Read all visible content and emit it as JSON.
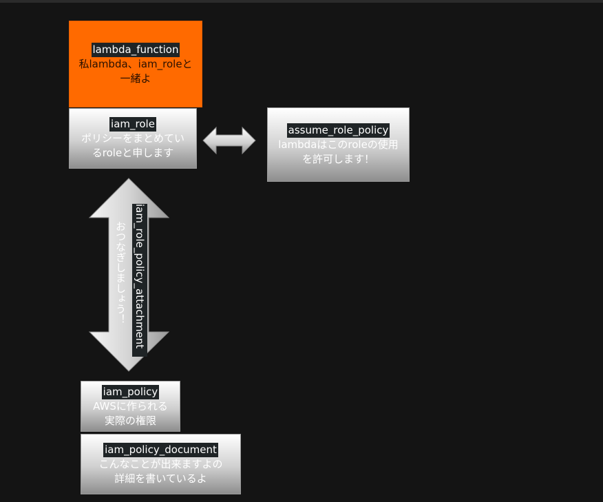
{
  "nodes": {
    "lambda_function": {
      "title": "lambda_function",
      "desc_line1": "私lambda、iam_roleと",
      "desc_line2": "一緒よ"
    },
    "iam_role": {
      "title": "iam_role",
      "desc_line1": "ポリシーをまとめてい",
      "desc_line2": "るroleと申します"
    },
    "assume_role_policy": {
      "title": "assume_role_policy",
      "desc_line1": "lambdaはこのroleの使用",
      "desc_line2": "を許可します！"
    },
    "iam_policy": {
      "title": "iam_policy",
      "desc_line1": "AWSに作られる",
      "desc_line2": "実際の権限"
    },
    "iam_policy_document": {
      "title": "iam_policy_document",
      "desc_line1": "こんなことが出来ますよの",
      "desc_line2": "詳細を書いているよ"
    }
  },
  "connectors": {
    "role_policy_attachment": {
      "title": "iam_role_policy_attachment",
      "desc": "おつなぎしましょう！"
    }
  },
  "colors": {
    "background": "#141414",
    "lambda_fill": "#ff6a00",
    "label_highlight": "#1f2426",
    "node_gradient_top": "#ffffff",
    "node_gradient_bottom": "#8e8e8e"
  }
}
